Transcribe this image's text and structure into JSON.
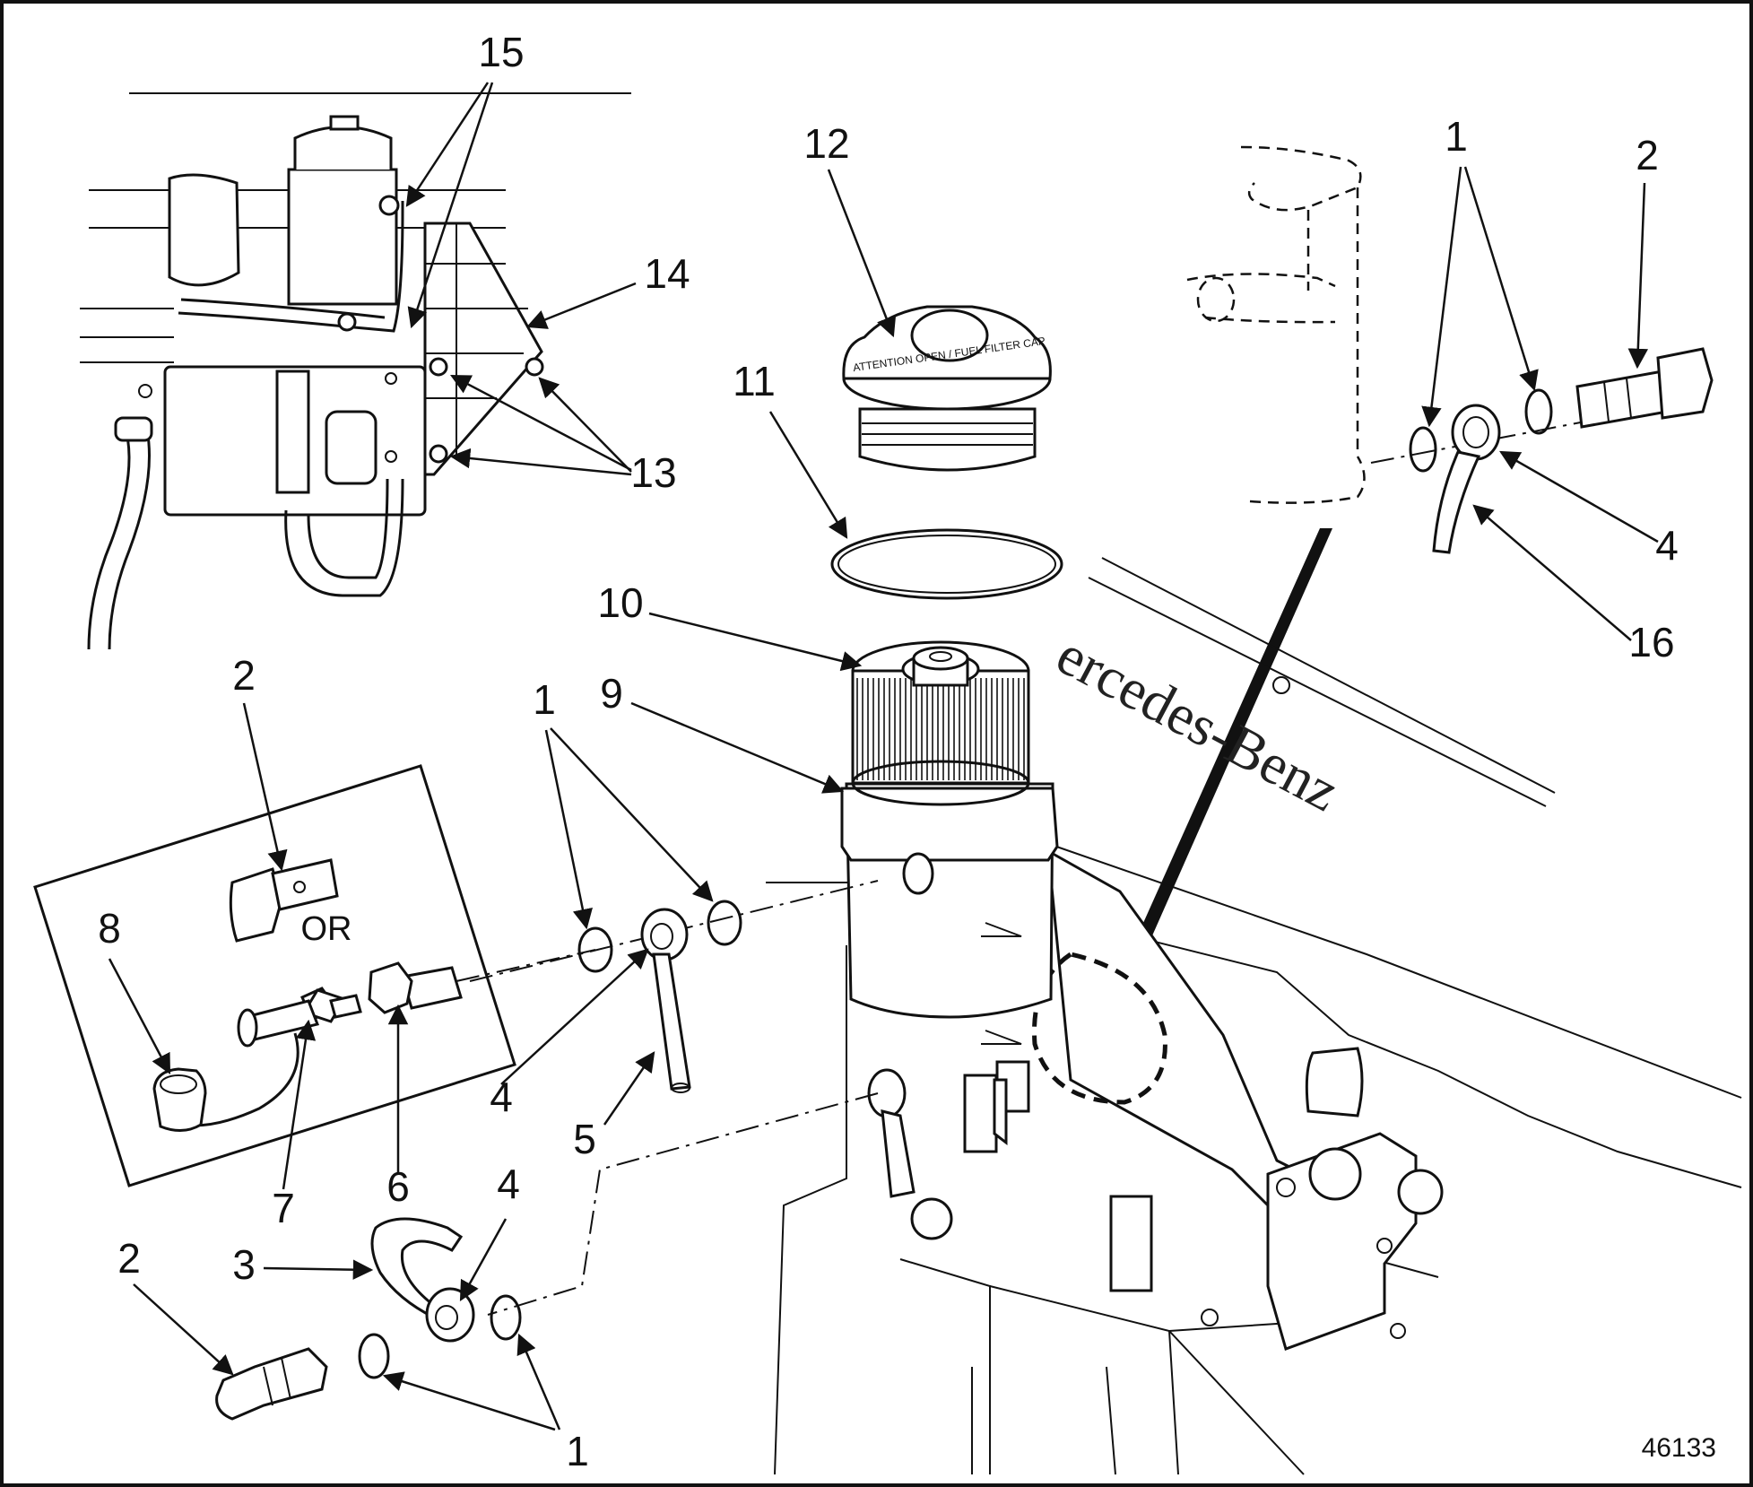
{
  "callouts": {
    "c15": "15",
    "c14": "14",
    "c13": "13",
    "c12": "12",
    "c11": "11",
    "c10": "10",
    "c9": "9",
    "c1_top": "1",
    "c2_top": "2",
    "c4_top": "4",
    "c16": "16",
    "c2_inset": "2",
    "c8": "8",
    "c7": "7",
    "c6": "6",
    "c1_mid": "1",
    "c4_mid": "4",
    "c5": "5",
    "c2_bottom": "2",
    "c3": "3",
    "c4_bottom": "4",
    "c1_bottom": "1"
  },
  "inset": {
    "or_label": "OR"
  },
  "brand_text": "ercedes-Benz",
  "figure_number": "46133"
}
